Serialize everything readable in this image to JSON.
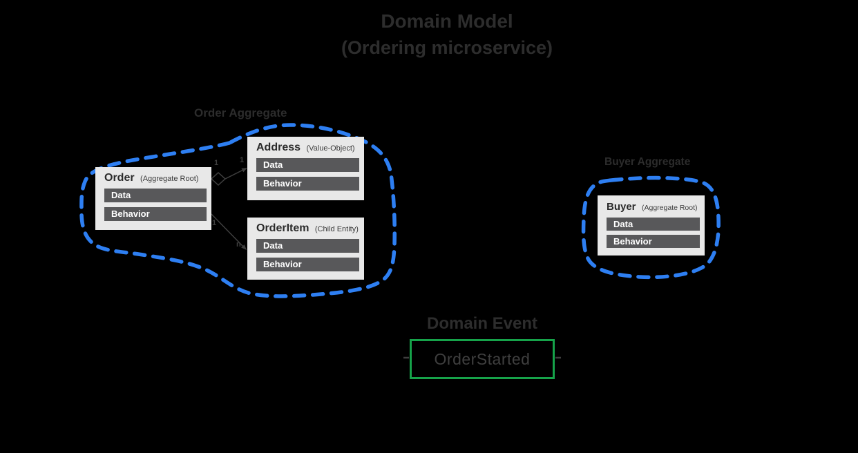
{
  "title": {
    "line1": "Domain Model",
    "line2": "(Ordering microservice)"
  },
  "aggregates": {
    "order": {
      "label": "Order Aggregate"
    },
    "buyer": {
      "label": "Buyer Aggregate"
    }
  },
  "entities": {
    "order": {
      "name": "Order",
      "stereotype": "(Aggregate Root)",
      "rows": [
        "Data",
        "Behavior"
      ]
    },
    "address": {
      "name": "Address",
      "stereotype": "(Value-Object)",
      "rows": [
        "Data",
        "Behavior"
      ]
    },
    "order_item": {
      "name": "OrderItem",
      "stereotype": "(Child Entity)",
      "rows": [
        "Data",
        "Behavior"
      ]
    },
    "buyer": {
      "name": "Buyer",
      "stereotype": "(Aggregate Root)",
      "rows": [
        "Data",
        "Behavior"
      ]
    }
  },
  "relations": {
    "order_address": {
      "from_label": "1",
      "to_label": "1"
    },
    "order_orderitem": {
      "from_label": "1",
      "to_label": "n"
    }
  },
  "domain_event": {
    "label": "Domain Event",
    "event_name": "OrderStarted"
  },
  "colors": {
    "background": "#000000",
    "aggregate_boundary_blue": "#2e7ff2",
    "event_border_green": "#16a34a",
    "entity_box_bg": "#e8e8e8",
    "entity_bar_bg": "#58585a",
    "heading_text": "#2d2d2d",
    "connector": "#3f3f3f"
  }
}
